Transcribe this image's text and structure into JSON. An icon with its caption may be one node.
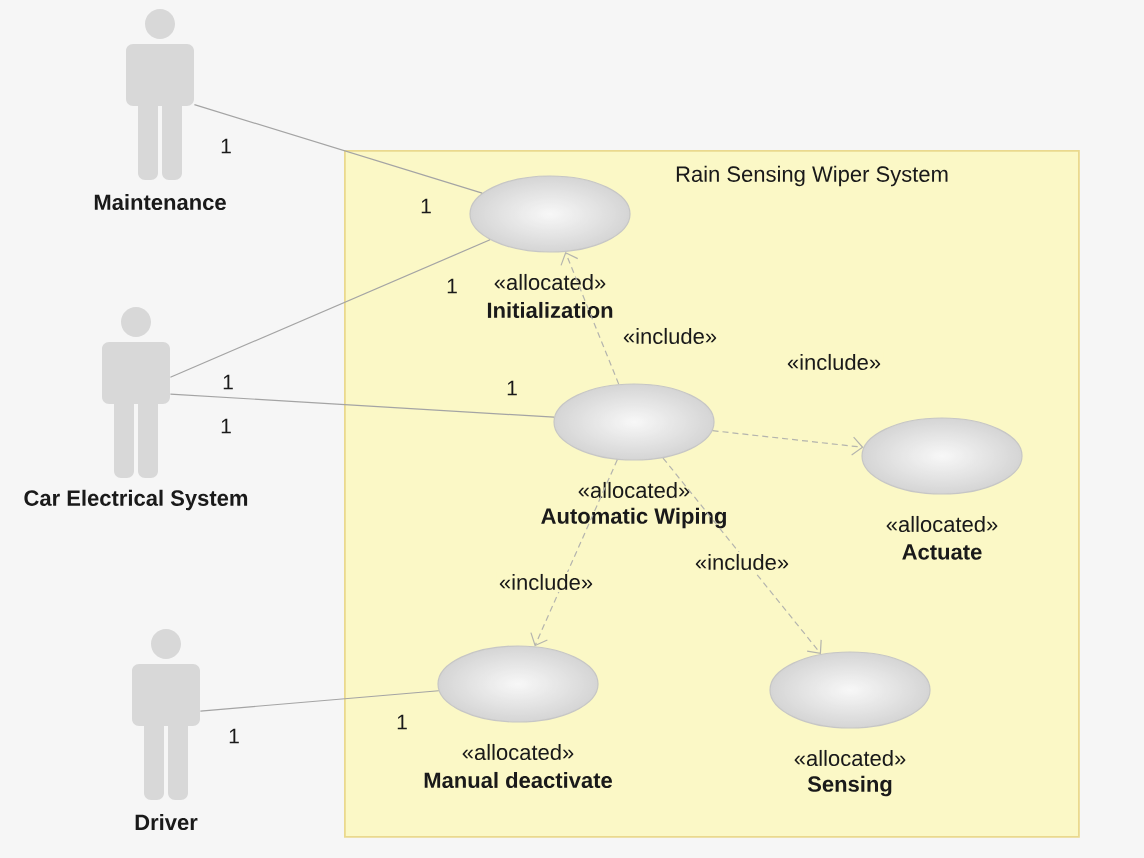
{
  "diagram": {
    "nodes": [
      {
        "text": [
          "Maintenance"
        ]
      },
      {
        "text": [
          "Car Electrical System"
        ]
      },
      {
        "text": [
          "Driver"
        ]
      },
      {
        "text": [
          "Rain Sensing Wiper System"
        ]
      },
      {
        "text": [
          "«allocated»",
          "Initialization"
        ],
        "in": 3
      },
      {
        "text": [
          "«allocated»",
          "Automatic Wiping"
        ],
        "in": 3
      },
      {
        "text": [
          "«allocated»",
          "Actuate"
        ],
        "in": 3
      },
      {
        "text": [
          "«allocated»",
          "Manual deactivate"
        ],
        "in": 3
      },
      {
        "text": [
          "«allocated»",
          "Sensing"
        ],
        "in": 3
      }
    ],
    "edges": [
      {
        "from": 0,
        "to": 4,
        "arrow": "none"
      },
      {
        "from": 1,
        "to": 4,
        "arrow": "none"
      },
      {
        "from": 1,
        "to": 5,
        "arrow": "none"
      },
      {
        "from": 2,
        "to": 7,
        "arrow": "none"
      },
      {
        "from": 5,
        "to": 4,
        "arrow": "to",
        "label": "«include»",
        "style": "dashed"
      },
      {
        "from": 5,
        "to": 6,
        "arrow": "to",
        "label": "«include»",
        "style": "dashed"
      },
      {
        "from": 5,
        "to": 7,
        "arrow": "to",
        "label": "«include»",
        "style": "dashed"
      },
      {
        "from": 5,
        "to": 8,
        "arrow": "to",
        "label": "«include»",
        "style": "dashed"
      }
    ],
    "labels": [
      "1",
      "1",
      "1",
      "1",
      "1",
      "1",
      "1",
      "1"
    ]
  }
}
